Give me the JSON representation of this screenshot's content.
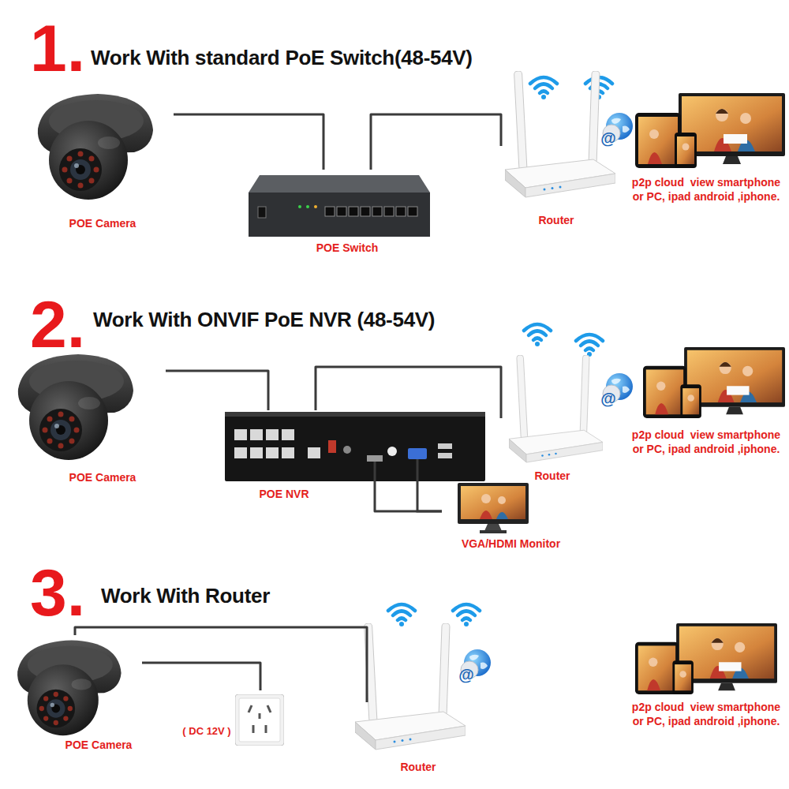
{
  "diagram": {
    "nodes": [
      {
        "text": [
          "POE Camera"
        ]
      },
      {
        "text": [
          "POE Switch"
        ]
      },
      {
        "text": [
          "Router"
        ]
      },
      {
        "text": [
          "p2p cloud  view smartphone or PC, ipad android ,iphone."
        ]
      },
      {
        "text": [
          "POE Camera"
        ]
      },
      {
        "text": [
          "POE NVR"
        ]
      },
      {
        "text": [
          "Router"
        ]
      },
      {
        "text": [
          "p2p cloud  view smartphone or PC, ipad android ,iphone."
        ]
      },
      {
        "text": [
          "VGA/HDMI Monitor"
        ]
      },
      {
        "text": [
          "POE Camera"
        ]
      },
      {
        "text": [
          "( DC 12V )"
        ]
      },
      {
        "text": [
          "Router"
        ]
      },
      {
        "text": [
          "p2p cloud  view smartphone or PC, ipad android ,iphone."
        ]
      }
    ],
    "edges": [
      {
        "from": 0,
        "to": 1,
        "arrow": "none"
      },
      {
        "from": 1,
        "to": 2,
        "arrow": "none"
      },
      {
        "from": 4,
        "to": 5,
        "arrow": "none"
      },
      {
        "from": 5,
        "to": 6,
        "arrow": "none"
      },
      {
        "from": 5,
        "to": 8,
        "arrow": "none"
      },
      {
        "from": 9,
        "to": 10,
        "arrow": "none"
      },
      {
        "from": 9,
        "to": 11,
        "arrow": "none"
      }
    ],
    "labels": [
      "1.",
      "Work With standard PoE Switch(48-54V)",
      "@",
      "2.",
      "Work With ONVIF PoE NVR (48-54V)",
      "@",
      "3.",
      "Work With Router",
      "@"
    ]
  }
}
